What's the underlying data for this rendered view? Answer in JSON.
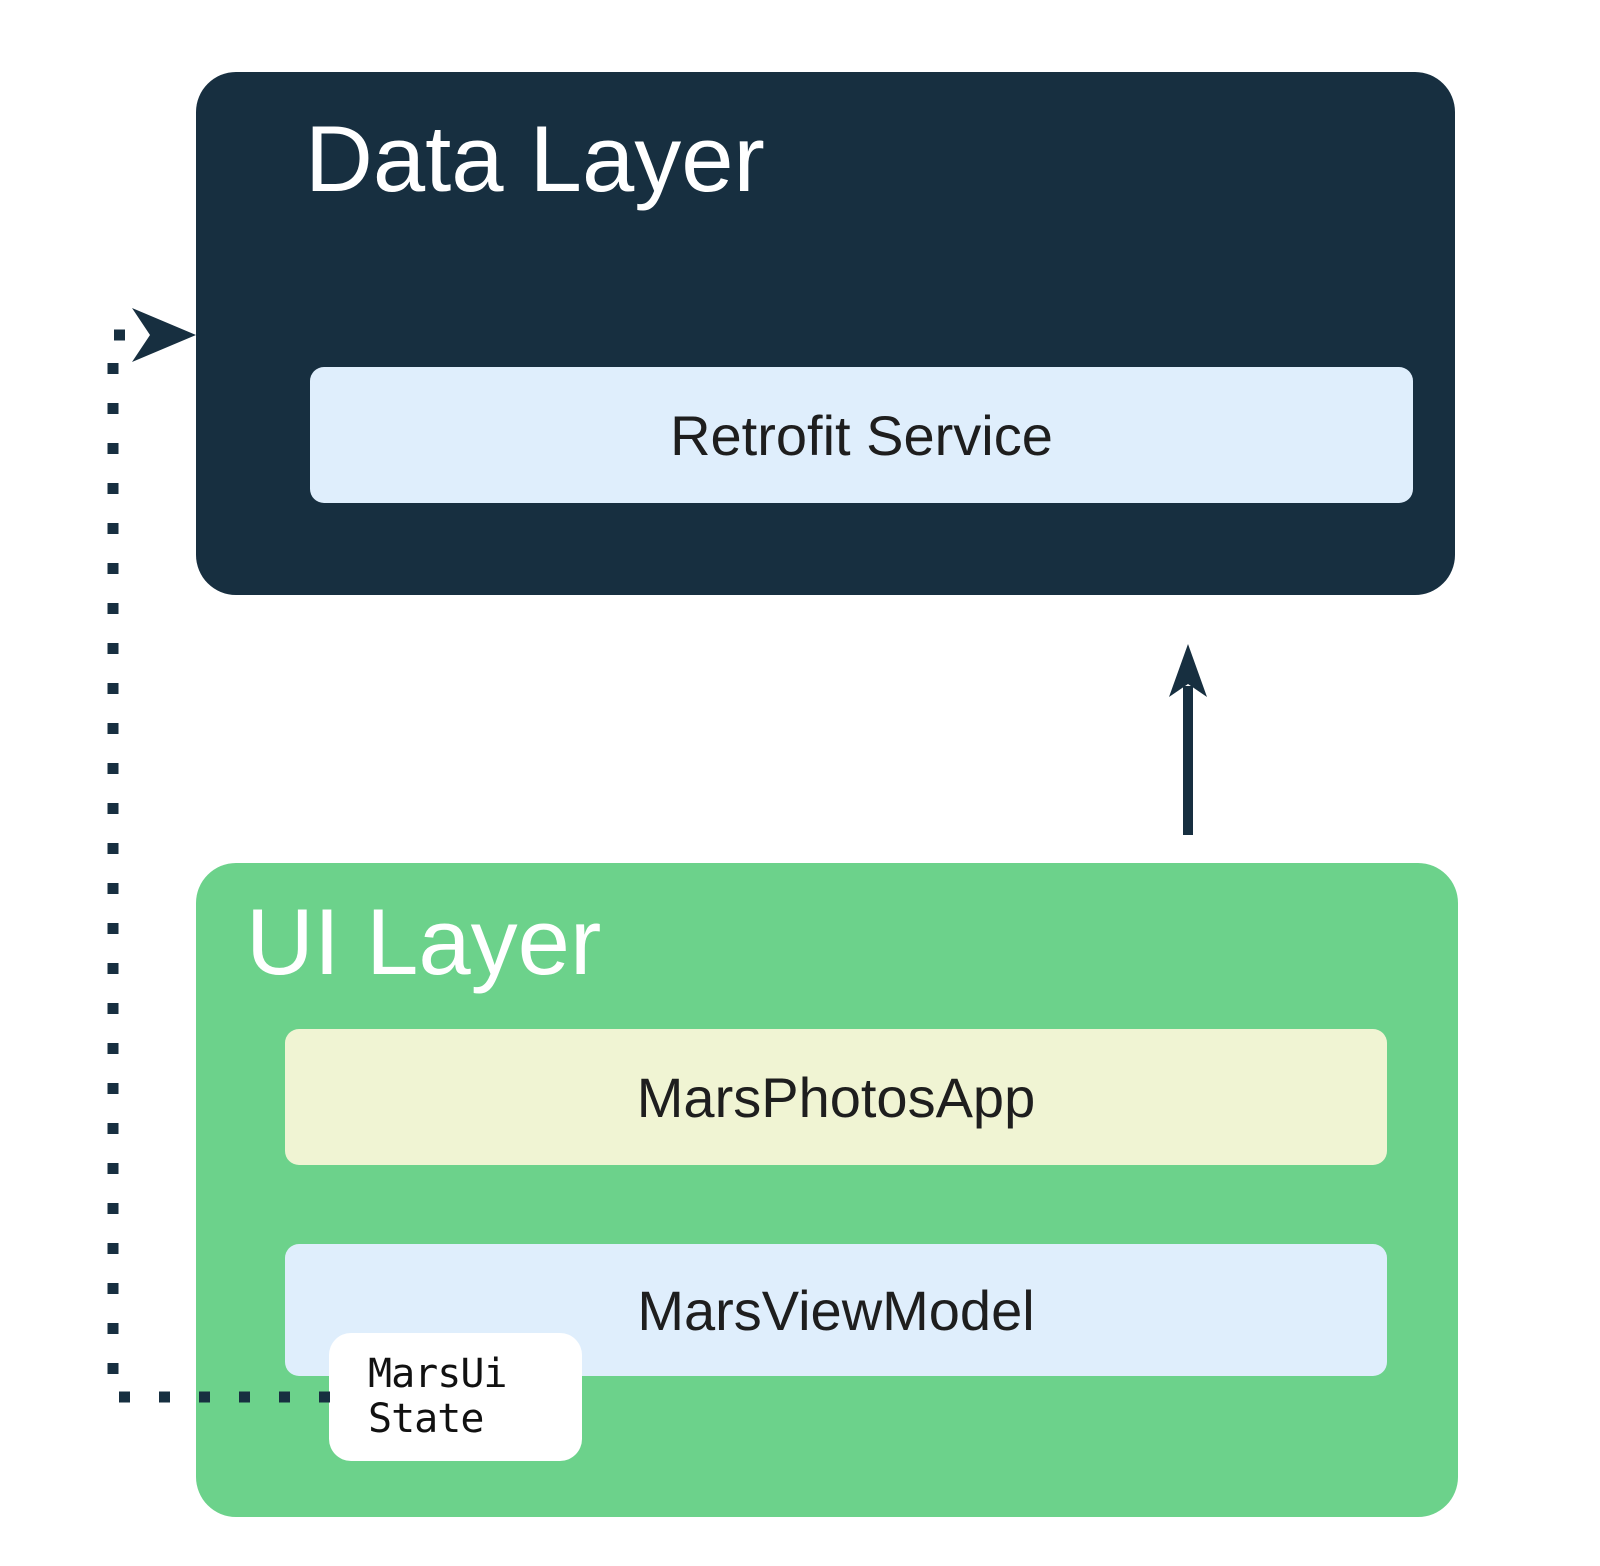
{
  "colors": {
    "navy": "#172f40",
    "green": "#6cd28b",
    "light_blue": "#dfeefc",
    "pale_yellow": "#f0f4d3",
    "white": "#ffffff",
    "title_text": "#ffffff",
    "label_text": "#1e1e1e",
    "mono_text": "#111111"
  },
  "data_layer": {
    "title": "Data Layer",
    "service_label": "Retrofit Service"
  },
  "ui_layer": {
    "title": "UI Layer",
    "app_label": "MarsPhotosApp",
    "viewmodel_label": "MarsViewModel"
  },
  "ui_state_badge": {
    "line1": "MarsUi",
    "line2": "State"
  },
  "icons": {
    "solid_up_arrow": "up-arrow-icon",
    "dotted_flow_arrow": "dotted-right-arrow-icon"
  }
}
